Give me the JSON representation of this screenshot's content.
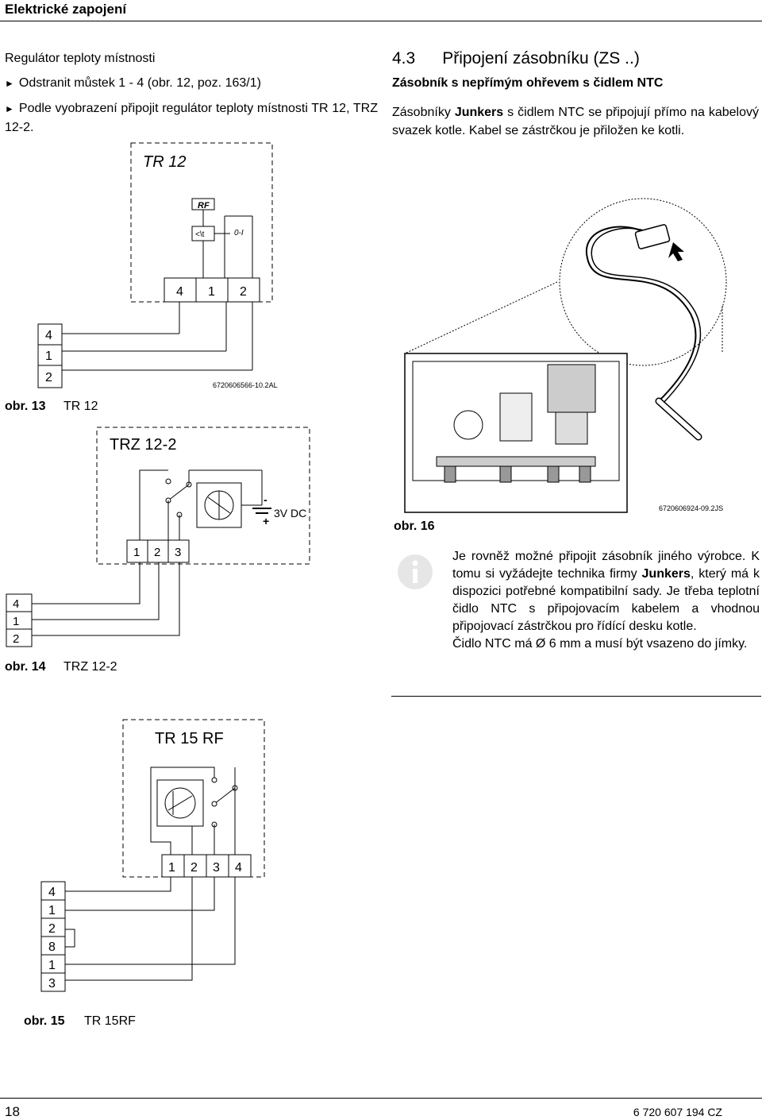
{
  "header": {
    "title": "Elektrické zapojení"
  },
  "left": {
    "heading": "Regulátor teploty místnosti",
    "bullet1": "Odstranit můstek 1 - 4 (obr. 12, poz. 163/1)",
    "bullet2": "Podle vyobrazení připojit regulátor teploty místnosti TR 12, TRZ 12-2."
  },
  "fig13": {
    "box_label": "TR 12",
    "rf": "RF",
    "switch_label": "0-I",
    "terminals": [
      "4",
      "1",
      "2"
    ],
    "board": [
      "4",
      "1",
      "2"
    ],
    "code": "6720606566-10.2AL",
    "caption_num": "obr. 13",
    "caption_text": "TR 12"
  },
  "fig14": {
    "box_label": "TRZ 12-2",
    "battery": "3V DC",
    "minus": "-",
    "plus": "+",
    "terminals": [
      "1",
      "2",
      "3"
    ],
    "board": [
      "4",
      "1",
      "2"
    ],
    "caption_num": "obr. 14",
    "caption_text": "TRZ 12-2"
  },
  "fig15": {
    "box_label": "TR 15 RF",
    "terminals": [
      "1",
      "2",
      "3",
      "4"
    ],
    "board": [
      "4",
      "1",
      "2",
      "8",
      "1",
      "3"
    ],
    "caption_num": "obr. 15",
    "caption_text": "TR 15RF"
  },
  "right": {
    "section_num": "4.3",
    "section_title": "Připojení zásobníku (ZS ..)",
    "subtitle": "Zásobník s nepřímým ohřevem s čidlem NTC",
    "para_a": "Zásobníky ",
    "para_brand": "Junkers",
    "para_b": " s čidlem NTC se připojují přímo na kabelový svazek kotle. Kabel se zástrčkou je přiložen ke kotli."
  },
  "fig16": {
    "code": "6720606924-09.2JS",
    "caption_num": "obr. 16"
  },
  "note": {
    "icon": "info-icon",
    "text_a": "Je rovněž možné připojit zásobník jiného výrobce. K tomu si vyžádejte technika firmy ",
    "brand": "Junkers",
    "text_b": ", který má k dispozici potřebné kompatibilní sady. Je třeba teplotní čidlo NTC s připojovacím kabelem a vhodnou připojovací zástrčkou pro řídící desku kotle.",
    "text_c": "Čidlo NTC má Ø 6 mm  a musí být vsazeno do jímky."
  },
  "footer": {
    "page": "18",
    "code": "6 720 607 194 CZ"
  }
}
